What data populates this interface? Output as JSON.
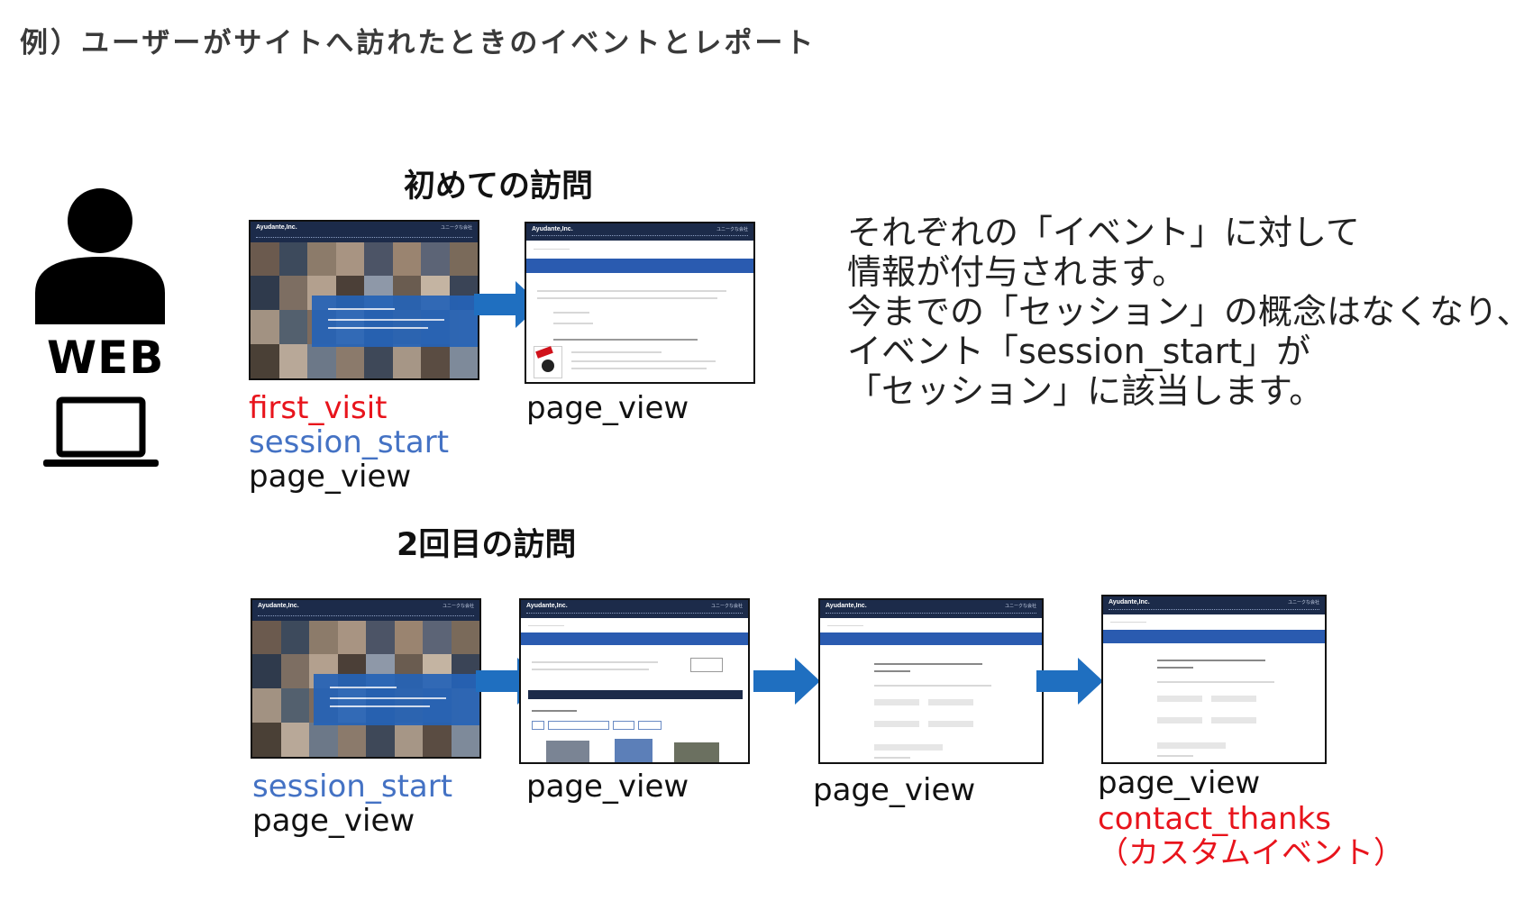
{
  "page_title": "例）ユーザーがサイトへ訪れたときのイベントとレポート",
  "user": {
    "web_label": "WEB"
  },
  "first_visit": {
    "title": "初めての訪問",
    "screens": [
      {
        "logo": "Ayudante,Inc.",
        "events": [
          {
            "text": "first_visit",
            "color": "#e8141c"
          },
          {
            "text": "session_start",
            "color": "#4472c4"
          },
          {
            "text": "page_view",
            "color": "#111111"
          }
        ]
      },
      {
        "logo": "Ayudante,Inc.",
        "events": [
          {
            "text": "page_view",
            "color": "#111111"
          }
        ]
      }
    ]
  },
  "second_visit": {
    "title": "2回目の訪問",
    "screens": [
      {
        "logo": "Ayudante,Inc.",
        "events": [
          {
            "text": "session_start",
            "color": "#4472c4"
          },
          {
            "text": "page_view",
            "color": "#111111"
          }
        ]
      },
      {
        "logo": "Ayudante,Inc.",
        "events": [
          {
            "text": "page_view",
            "color": "#111111"
          }
        ]
      },
      {
        "logo": "Ayudante,Inc.",
        "events": [
          {
            "text": "page_view",
            "color": "#111111"
          }
        ]
      },
      {
        "logo": "Ayudante,Inc.",
        "events": [
          {
            "text": "page_view",
            "color": "#111111"
          },
          {
            "text": "contact_thanks",
            "color": "#e8141c"
          },
          {
            "text": "（カスタムイベント）",
            "color": "#e8141c"
          }
        ]
      }
    ]
  },
  "description": {
    "lines": [
      "それぞれの「イベント」に対して",
      "情報が付与されます。",
      "今までの「セッション」の概念はなくなり、",
      "イベント「session_start」が",
      "「セッション」に該当します。"
    ]
  },
  "colors": {
    "arrow": "#1f6fc0",
    "event_red": "#e8141c",
    "event_blue": "#4472c4",
    "site_header": "#1c2b4a",
    "site_banner": "#2a5bb0"
  }
}
